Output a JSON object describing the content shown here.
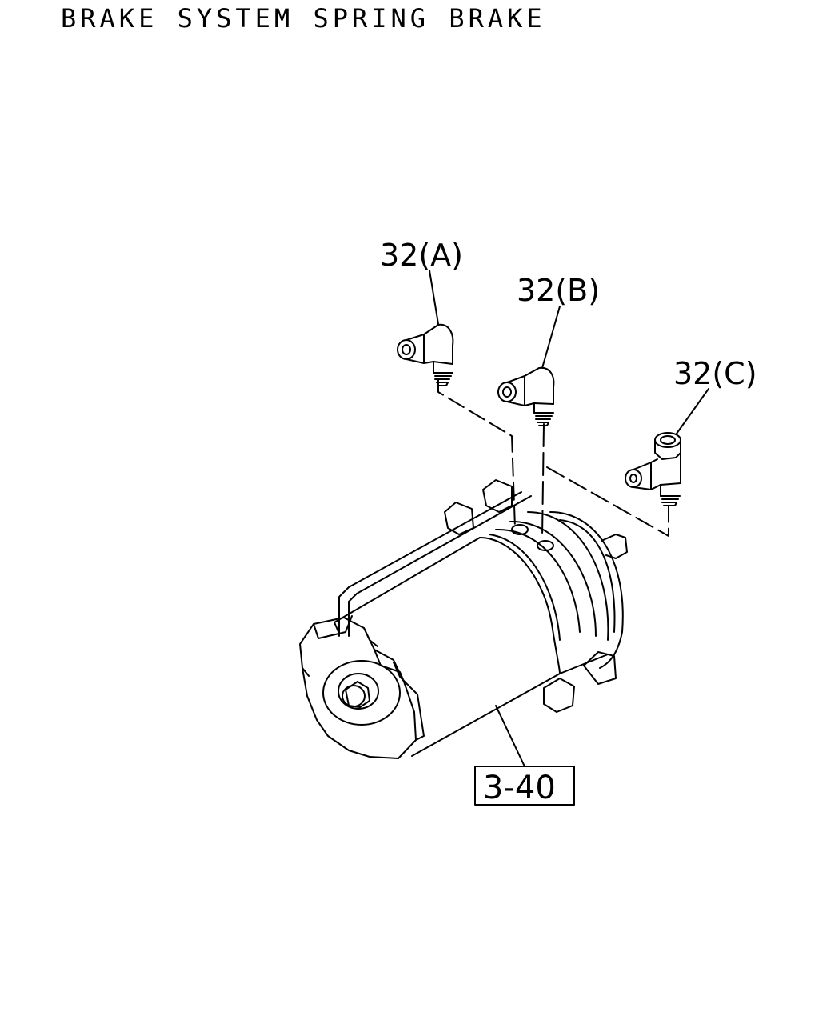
{
  "title": "BRAKE SYSTEM SPRING BRAKE",
  "callouts": {
    "a": "32(A)",
    "b": "32(B)",
    "c": "32(C)"
  },
  "reference": {
    "label": "3-40"
  }
}
